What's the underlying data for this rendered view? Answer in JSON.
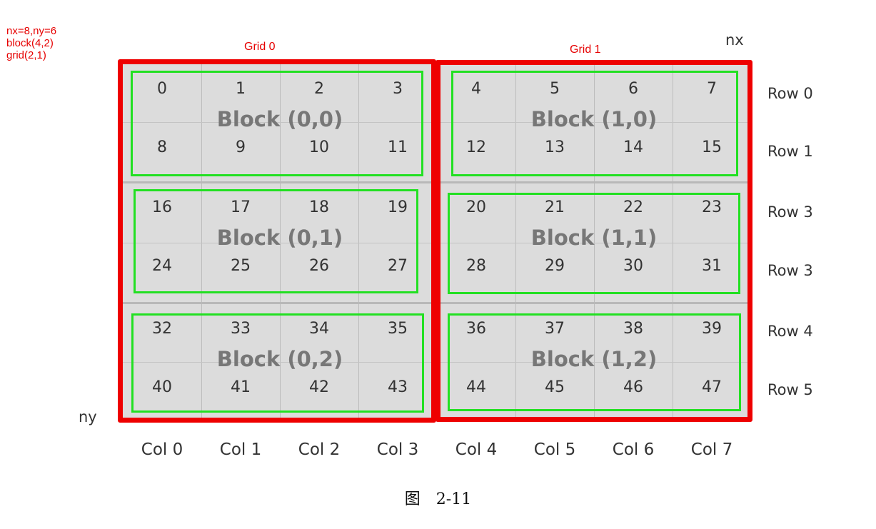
{
  "params": [
    "nx=8,ny=6",
    "block(4,2)",
    "grid(2,1)"
  ],
  "grid_titles": [
    "Grid 0",
    "Grid 1"
  ],
  "axis": {
    "nx": "nx",
    "ny": "ny"
  },
  "cells": [
    [
      "0",
      "1",
      "2",
      "3",
      "4",
      "5",
      "6",
      "7"
    ],
    [
      "8",
      "9",
      "10",
      "11",
      "12",
      "13",
      "14",
      "15"
    ],
    [
      "16",
      "17",
      "18",
      "19",
      "20",
      "21",
      "22",
      "23"
    ],
    [
      "24",
      "25",
      "26",
      "27",
      "28",
      "29",
      "30",
      "31"
    ],
    [
      "32",
      "33",
      "34",
      "35",
      "36",
      "37",
      "38",
      "39"
    ],
    [
      "40",
      "41",
      "42",
      "43",
      "44",
      "45",
      "46",
      "47"
    ]
  ],
  "blocks": [
    "Block (0,0)",
    "Block (1,0)",
    "Block (0,1)",
    "Block (1,1)",
    "Block (0,2)",
    "Block (1,2)"
  ],
  "row_labels": [
    "Row 0",
    "Row 1",
    "Row 3",
    "Row 3",
    "Row 4",
    "Row 5"
  ],
  "col_labels": [
    "Col 0",
    "Col 1",
    "Col 2",
    "Col 3",
    "Col 4",
    "Col 5",
    "Col 6",
    "Col 7"
  ],
  "caption": "图　2-11",
  "colors": {
    "grid_border": "#ee0000",
    "block_border": "#22e022",
    "cell_bg": "#dcdcdc"
  }
}
